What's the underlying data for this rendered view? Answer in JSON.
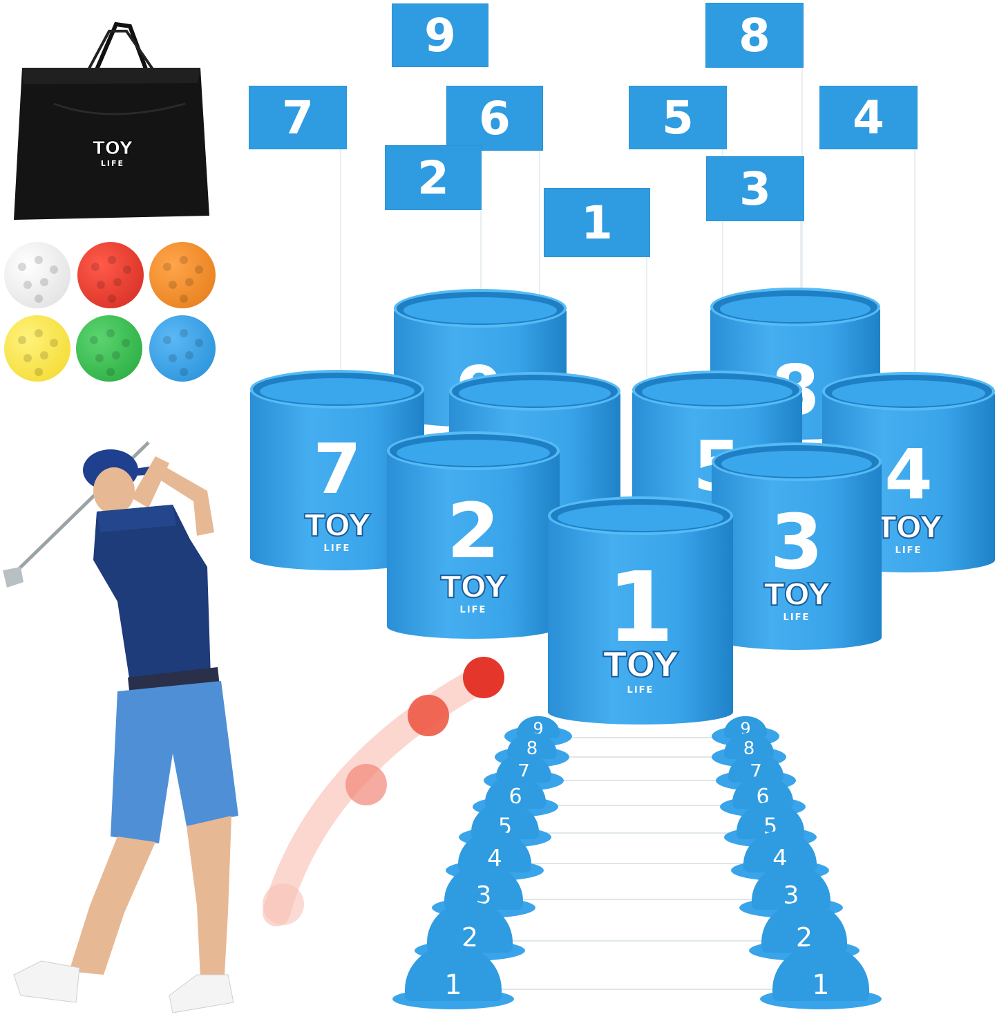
{
  "brand": {
    "name": "TOY",
    "sub": "LIFE"
  },
  "colors": {
    "blue": "#2f9be0",
    "bag": "#121212"
  },
  "flags": [
    "9",
    "8",
    "7",
    "6",
    "5",
    "4",
    "2",
    "3",
    "1"
  ],
  "buckets": [
    "9",
    "8",
    "7",
    "6",
    "5",
    "4",
    "2",
    "3",
    "1"
  ],
  "balls": [
    {
      "color": "white",
      "hex": "#f2f2f2"
    },
    {
      "color": "red",
      "hex": "#e5362b"
    },
    {
      "color": "orange",
      "hex": "#f08a22"
    },
    {
      "color": "yellow",
      "hex": "#fbe54a"
    },
    {
      "color": "green",
      "hex": "#32b84a"
    },
    {
      "color": "blue",
      "hex": "#2f9be0"
    }
  ],
  "cones_left": [
    "9",
    "8",
    "7",
    "6",
    "5",
    "4",
    "3",
    "2",
    "1"
  ],
  "cones_right": [
    "9",
    "8",
    "7",
    "6",
    "5",
    "4",
    "3",
    "2",
    "1"
  ]
}
